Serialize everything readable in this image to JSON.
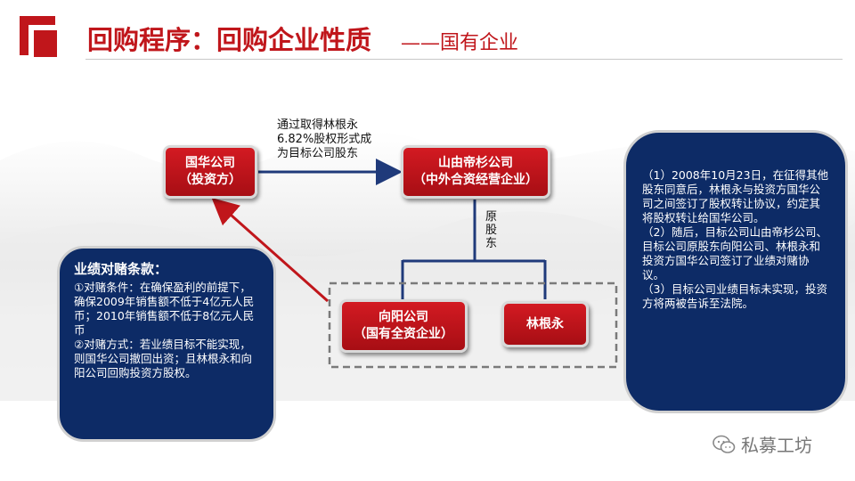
{
  "slide": {
    "title": "回购程序：回购企业性质",
    "subtitle": "——国有企业"
  },
  "nodes": {
    "guohua": {
      "line1": "国华公司",
      "line2": "（投资方）"
    },
    "shanyou": {
      "line1": "山由帝杉公司",
      "line2": "（中外合资经营企业）"
    },
    "xiangyang": {
      "line1": "向阳公司",
      "line2": "（国有全资企业）"
    },
    "lingenyong": {
      "line1": "林根永"
    }
  },
  "edge_labels": {
    "transfer": {
      "line1": "通过取得林根永",
      "line2": "6.82%股权形式成",
      "line3": "为目标公司股东"
    },
    "original_shareholders": "原股东"
  },
  "left_panel": {
    "heading": "业绩对赌条款：",
    "item1": "①对赌条件：在确保盈利的前提下，确保2009年销售额不低于4亿元人民币；2010年销售额不低于8亿元人民币",
    "item2": "②对赌方式：若业绩目标不能实现，则国华公司撤回出资；且林根永和向阳公司回购投资方股权。"
  },
  "right_panel": {
    "item1": "（1）2008年10月23日，在征得其他股东同意后，林根永与投资方国华公司之间签订了股权转让协议，约定其将股权转让给国华公司。",
    "item2": "（2）随后，目标公司山由帝杉公司、目标公司原股东向阳公司、林根永和投资方国华公司签订了业绩对赌协议。",
    "item3": "（3）目标公司业绩目标未实现，投资方将两被告诉至法院。"
  },
  "watermark": {
    "text": "私募工坊",
    "icon": "wechat-icon"
  },
  "colors": {
    "brand_red": "#c0161b",
    "panel_navy": "#0d2b66",
    "arrow_navy": "#1f3a7a",
    "arrow_red": "#c0161b"
  }
}
